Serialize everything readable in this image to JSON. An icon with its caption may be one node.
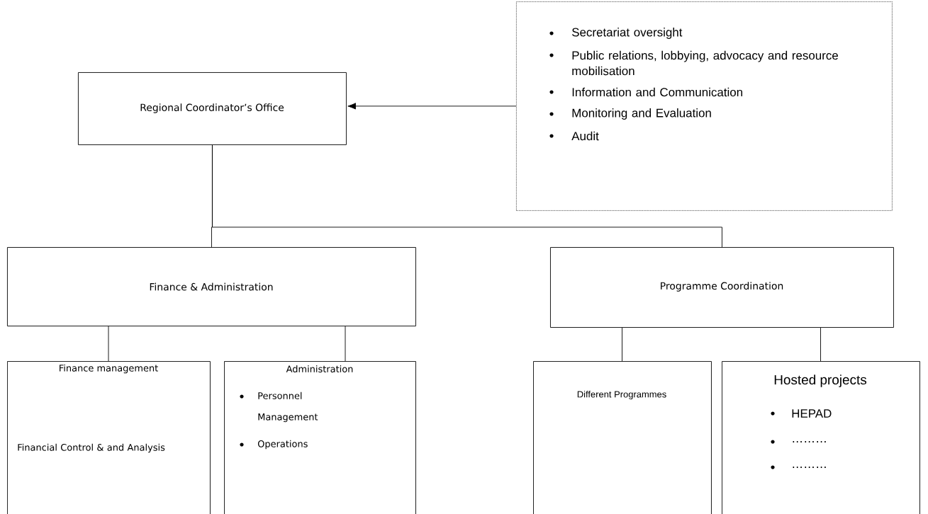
{
  "diagram": {
    "nodes": [
      {
        "text": [
          "Regional Coordinator’s Office"
        ]
      },
      {
        "text": [
          "Secretariat oversight",
          "Public relations, lobbying, advocacy and resource mobilisation",
          "Information and Communication",
          "Monitoring and Evaluation",
          "Audit"
        ]
      },
      {
        "text": [
          "Finance & Administration"
        ]
      },
      {
        "text": [
          "Programme Coordination"
        ]
      },
      {
        "text": [
          "Finance management",
          "Financial Control & and Analysis"
        ]
      },
      {
        "text": [
          "Administration",
          "Personnel Management",
          "Operations"
        ]
      },
      {
        "text": [
          "Different Programmes"
        ]
      },
      {
        "text": [
          "Hosted projects",
          "HEPAD",
          "………",
          "………"
        ]
      }
    ],
    "edges": [
      {
        "from": 1,
        "to": 0,
        "arrow": "to"
      },
      {
        "from": 0,
        "to": 2,
        "arrow": "none"
      },
      {
        "from": 0,
        "to": 3,
        "arrow": "none"
      },
      {
        "from": 2,
        "to": 4,
        "arrow": "none"
      },
      {
        "from": 2,
        "to": 5,
        "arrow": "none"
      },
      {
        "from": 3,
        "to": 6,
        "arrow": "none"
      },
      {
        "from": 3,
        "to": 7,
        "arrow": "none"
      }
    ]
  }
}
